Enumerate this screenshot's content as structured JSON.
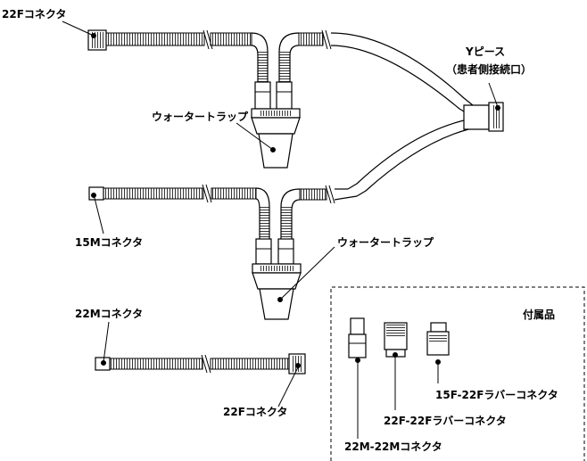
{
  "labels": {
    "c22f_top": "22Fコネクタ",
    "y_piece_1": "Yピース",
    "y_piece_2": "（患者側接続口）",
    "trap_top": "ウォータートラップ",
    "c15m": "15Mコネクタ",
    "trap_bottom": "ウォータートラップ",
    "c22m": "22Mコネクタ",
    "c22f_bottom": "22Fコネクタ",
    "accessories": "付属品",
    "rubber_15f_22f": "15F-22Fラバーコネクタ",
    "rubber_22f_22f": "22F-22Fラバーコネクタ",
    "c22m_22m": "22M-22Mコネクタ"
  },
  "colors": {
    "line": "#000000",
    "background": "#ffffff"
  }
}
